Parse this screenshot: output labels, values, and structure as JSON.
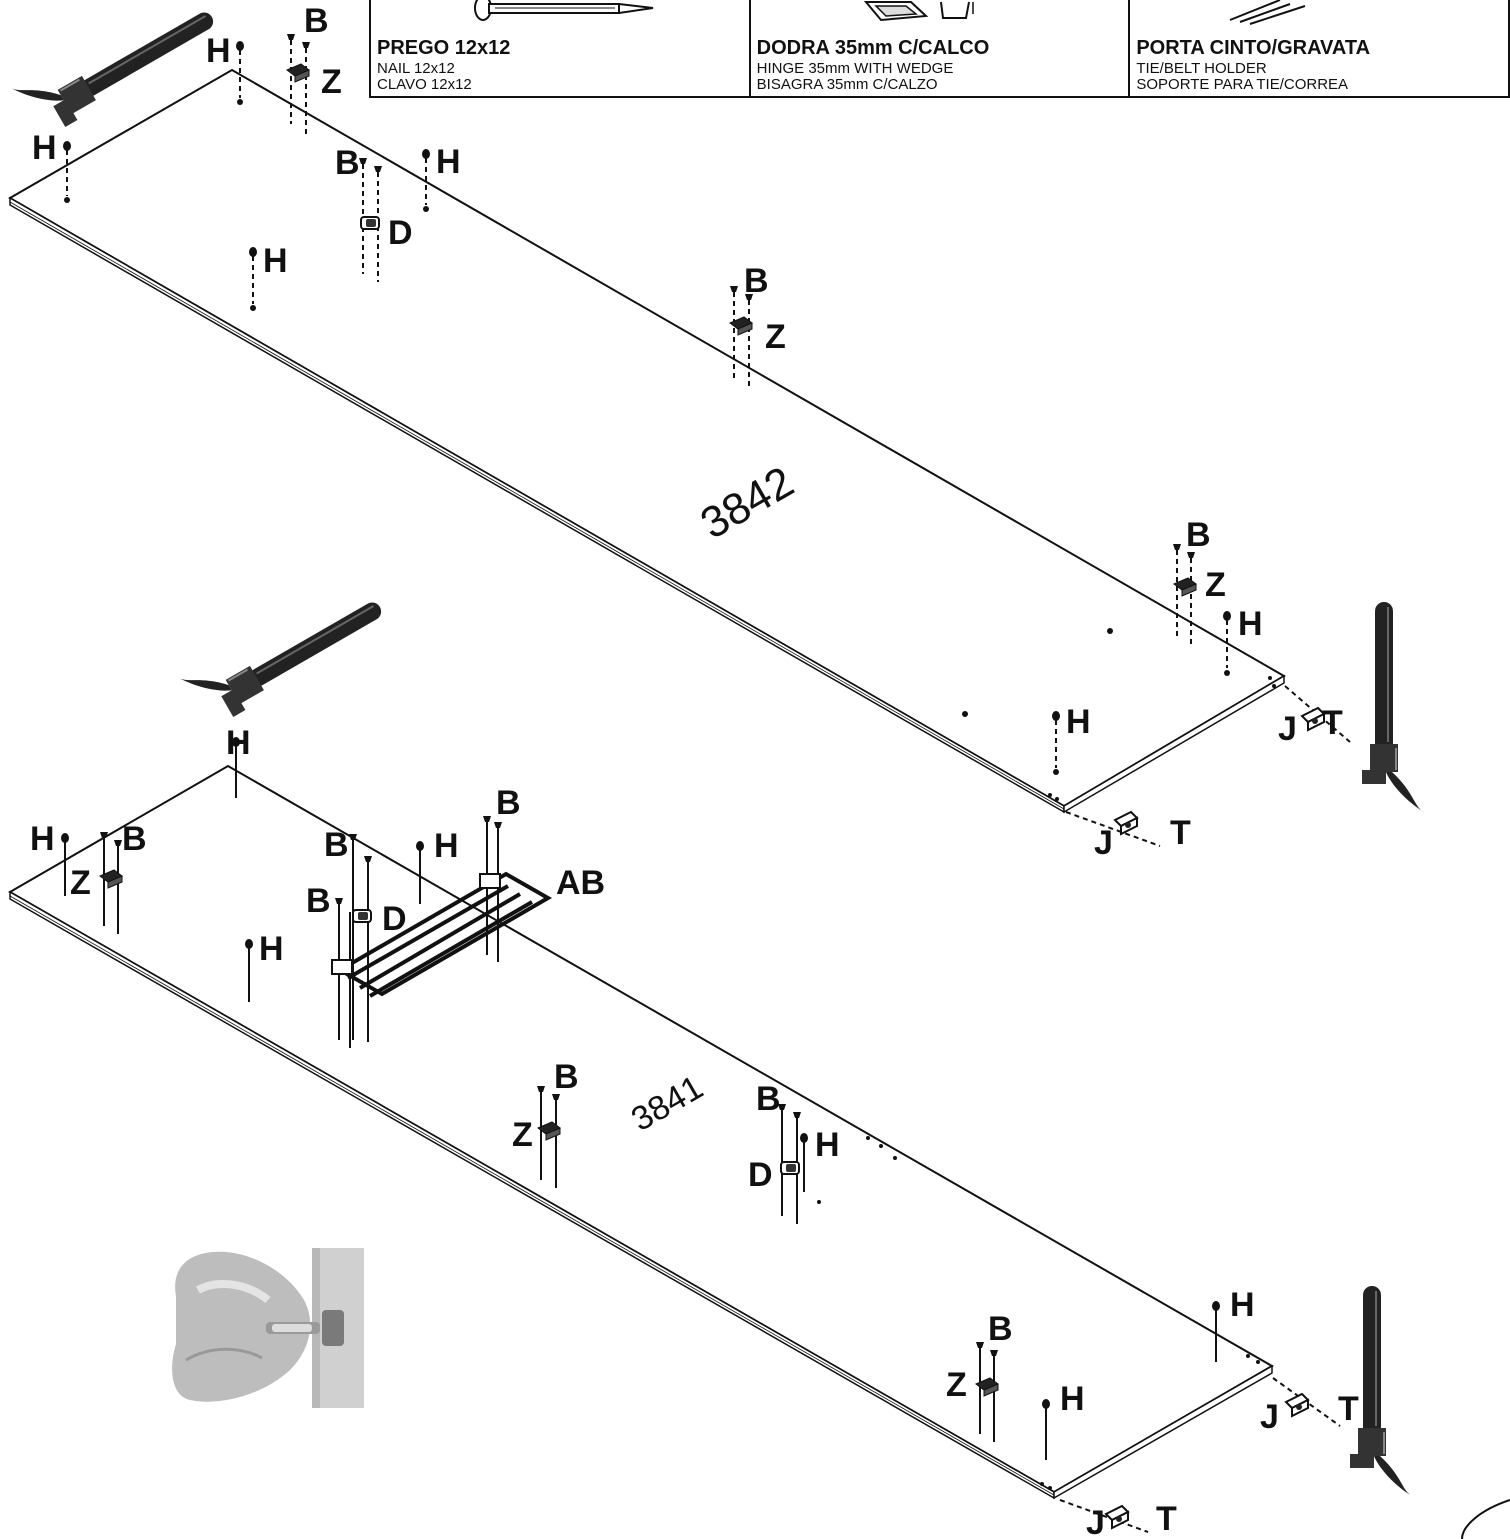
{
  "legend": [
    {
      "title": "PREGO 12x12",
      "line1": "NAIL 12x12",
      "line2": "CLAVO 12x12",
      "icon": "nail-icon"
    },
    {
      "title": "DODRA 35mm C/CALCO",
      "line1": "HINGE 35mm WITH WEDGE",
      "line2": "BISAGRA 35mm C/CALZO",
      "icon": "hinge-icon"
    },
    {
      "title": "PORTA CINTO/GRAVATA",
      "line1": "TIE/BELT HOLDER",
      "line2": "SOPORTE PARA TIE/CORREA",
      "icon": "tie-holder-icon"
    }
  ],
  "panels": {
    "top": {
      "part_number": "3842"
    },
    "bottom": {
      "part_number": "3841"
    }
  },
  "labels": {
    "b": "B",
    "h": "H",
    "z": "Z",
    "d": "D",
    "j": "J",
    "t": "T",
    "ab": "AB"
  }
}
